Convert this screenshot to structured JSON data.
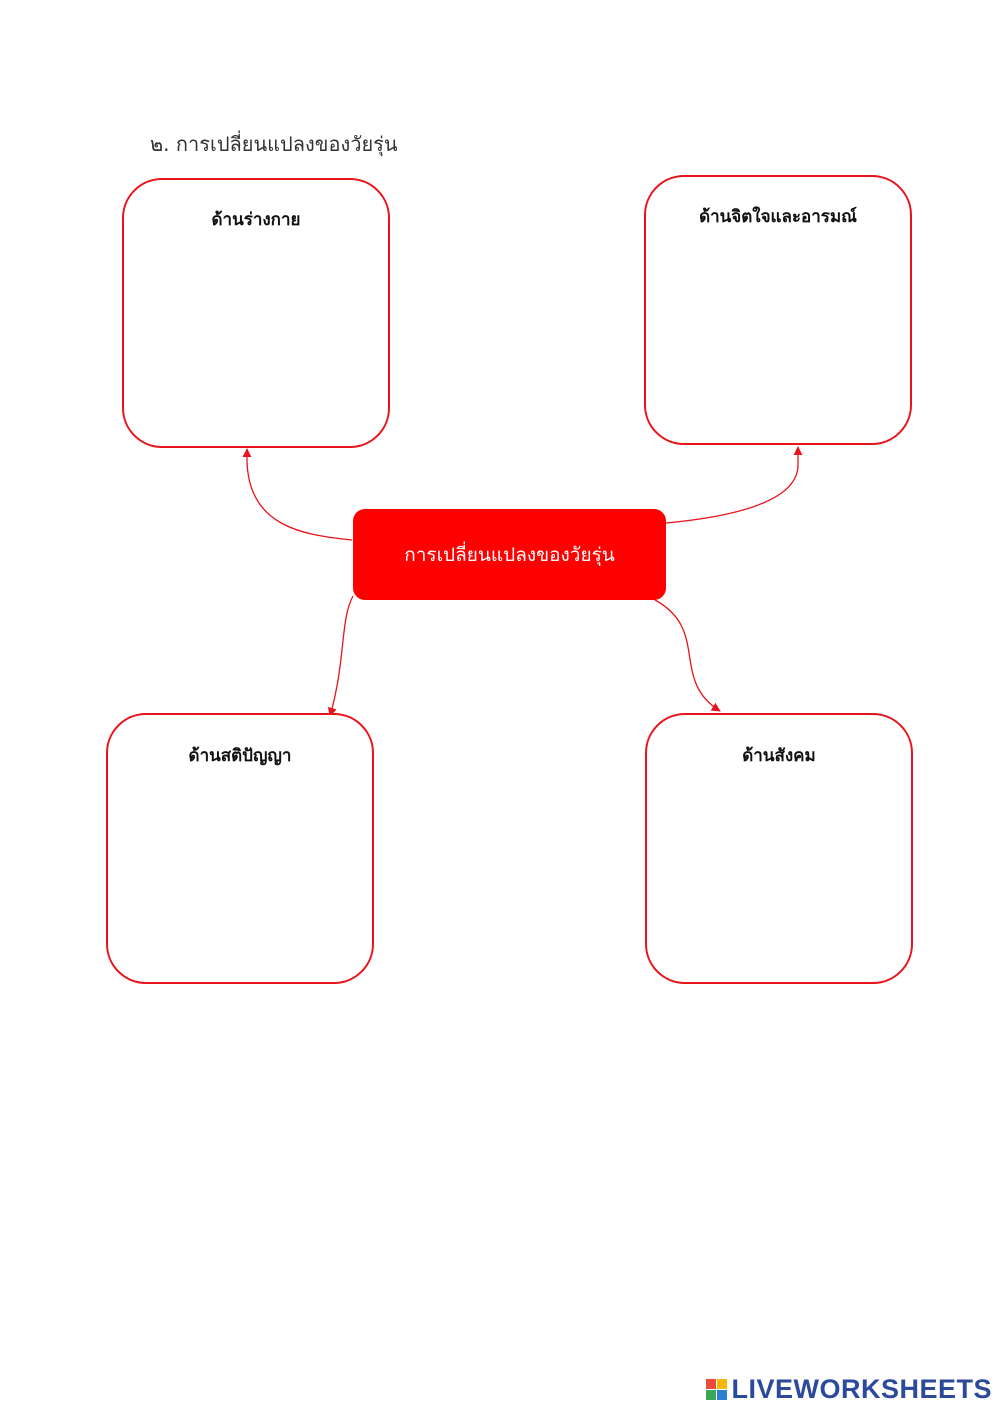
{
  "heading": "๒. การเปลี่ยนแปลงของวัยรุ่น",
  "center": {
    "label": "การเปลี่ยนแปลงของวัยรุ่น"
  },
  "boxes": {
    "physical": {
      "title": "ด้านร่างกาย"
    },
    "emotional": {
      "title": "ด้านจิตใจและอารมณ์"
    },
    "intellectual": {
      "title": "ด้านสติปัญญา"
    },
    "social": {
      "title": "ด้านสังคม"
    }
  },
  "colors": {
    "accent": "#e8141c",
    "center_fill": "#ff0000",
    "watermark": "#2c4a9c"
  },
  "watermark": {
    "text": "LIVEWORKSHEETS"
  }
}
